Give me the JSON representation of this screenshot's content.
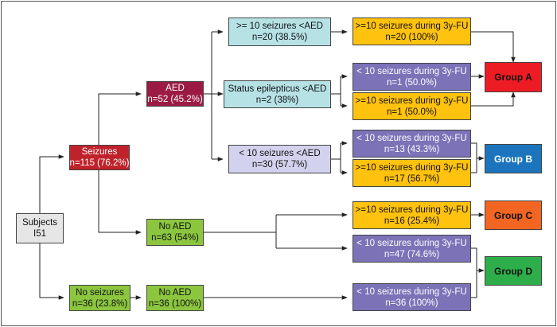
{
  "colors": {
    "subjects": "#e6e6e6",
    "seizures": "#c0222b",
    "aed": "#9b1b45",
    "no_seizures": "#8cc63f",
    "no_aed": "#8cc63f",
    "ge10_before": "#b6e2e6",
    "status_before": "#b6e2e6",
    "lt10_before": "#d2d2ee",
    "ge10_during": "#ffc20e",
    "lt10_during": "#7b72b8",
    "group_a": "#ed1c24",
    "group_b": "#1c75bc",
    "group_c": "#f26522",
    "group_d": "#2eae4a",
    "connector": "#222222"
  },
  "nodes": {
    "subjects": {
      "line1": "Subjects",
      "line2": "I51"
    },
    "seizures": {
      "line1": "Seizures",
      "line2": "n=115 (76.2%)"
    },
    "no_seizures": {
      "line1": "No seizures",
      "line2": "n=36 (23.8%)"
    },
    "aed": {
      "line1": "AED",
      "line2": "n=52 (45.2%)"
    },
    "no_aed_seizures": {
      "line1": "No AED",
      "line2": "n=63 (54%)"
    },
    "no_aed_no_seizures": {
      "line1": "No AED",
      "line2": "n=36 (100%)"
    },
    "ge10_before": {
      "line1": ">= 10 seizures <AED",
      "line2": "n=20 (38.5%)"
    },
    "status_before": {
      "line1": "Status epilepticus  <AED",
      "line2": "n=2 (38%)"
    },
    "lt10_before": {
      "line1": "< 10 seizures <AED",
      "line2": "n=30 (57.7%)"
    },
    "f_ge10_a": {
      "line1": ">=10 seizures during 3y-FU",
      "line2": "n=20 (100%)"
    },
    "f_lt10_status": {
      "line1": "< 10 seizures during 3y-FU",
      "line2": "n=1 (50.0%)"
    },
    "f_ge10_status": {
      "line1": ">=10 seizures during 3y-FU",
      "line2": "n=1 (50.0%)"
    },
    "f_lt10_b": {
      "line1": "< 10 seizures during 3y-FU",
      "line2": "n=13 (43.3%)"
    },
    "f_ge10_b": {
      "line1": ">=10 seizures during 3y-FU",
      "line2": "n=17 (56.7%)"
    },
    "f_ge10_c": {
      "line1": ">=10 seizures during 3y-FU",
      "line2": "n=16 (25.4%)"
    },
    "f_lt10_d1": {
      "line1": "< 10 seizures during 3y-FU",
      "line2": "n=47 (74.6%)"
    },
    "f_lt10_d2": {
      "line1": "< 10 seizures during 3y-FU",
      "line2": "n=36 (100%)"
    },
    "group_a": {
      "line1": "Group A"
    },
    "group_b": {
      "line1": "Group B"
    },
    "group_c": {
      "line1": "Group C"
    },
    "group_d": {
      "line1": "Group D"
    }
  }
}
